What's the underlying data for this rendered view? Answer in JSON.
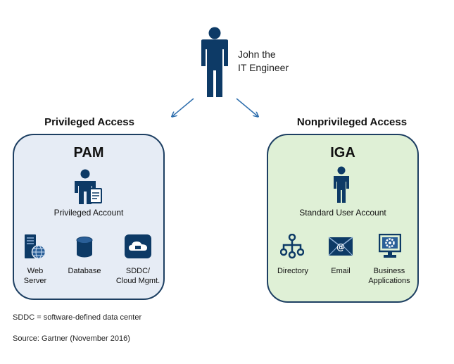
{
  "user": {
    "line1": "John the",
    "line2": "IT Engineer",
    "icon": "person-icon"
  },
  "left": {
    "title": "Privileged Access",
    "heading": "PAM",
    "account": "Privileged Account",
    "items": [
      {
        "line1": "Web",
        "line2": "Server",
        "icon": "web-server-icon"
      },
      {
        "line1": "Database",
        "line2": "",
        "icon": "database-icon"
      },
      {
        "line1": "SDDC/",
        "line2": "Cloud Mgmt.",
        "icon": "cloud-icon"
      }
    ]
  },
  "right": {
    "title": "Nonprivileged Access",
    "heading": "IGA",
    "account": "Standard User Account",
    "items": [
      {
        "line1": "Directory",
        "line2": "",
        "icon": "directory-icon"
      },
      {
        "line1": "Email",
        "line2": "",
        "icon": "email-icon"
      },
      {
        "line1": "Business",
        "line2": "Applications",
        "icon": "gear-icon"
      }
    ]
  },
  "footnote": "SDDC = software-defined data center",
  "source": "Source: Gartner (November 2016)",
  "colors": {
    "icon": "#0d3a66",
    "border": "#1d3f62",
    "pam_fill": "#e6ecf5",
    "iga_fill": "#dff0d6",
    "arrow": "#2f6fae"
  }
}
